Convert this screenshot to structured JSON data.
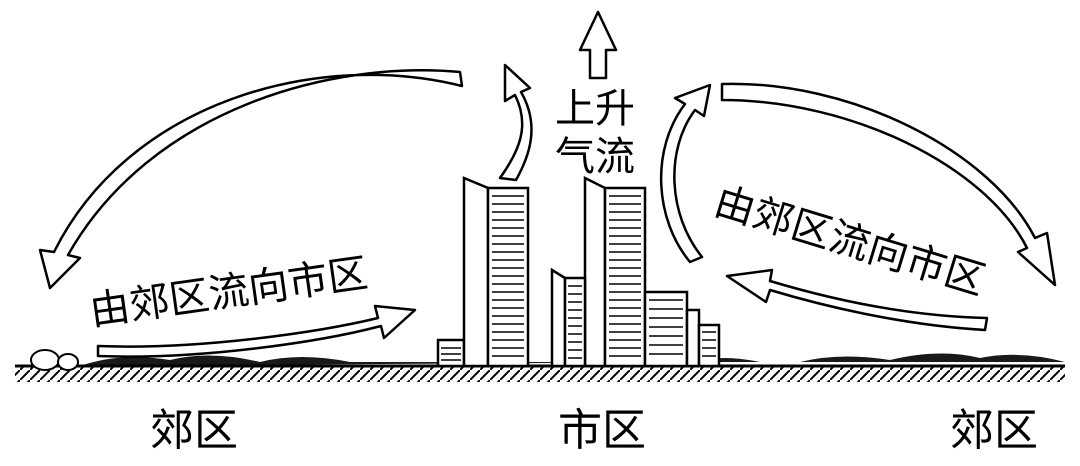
{
  "labels": {
    "suburb_left": "郊区",
    "city": "市区",
    "suburb_right": "郊区",
    "updraft_line1": "上升",
    "updraft_line2": "气流",
    "inflow_left": "由郊区流向市区",
    "inflow_right": "由郊区流向市区"
  }
}
